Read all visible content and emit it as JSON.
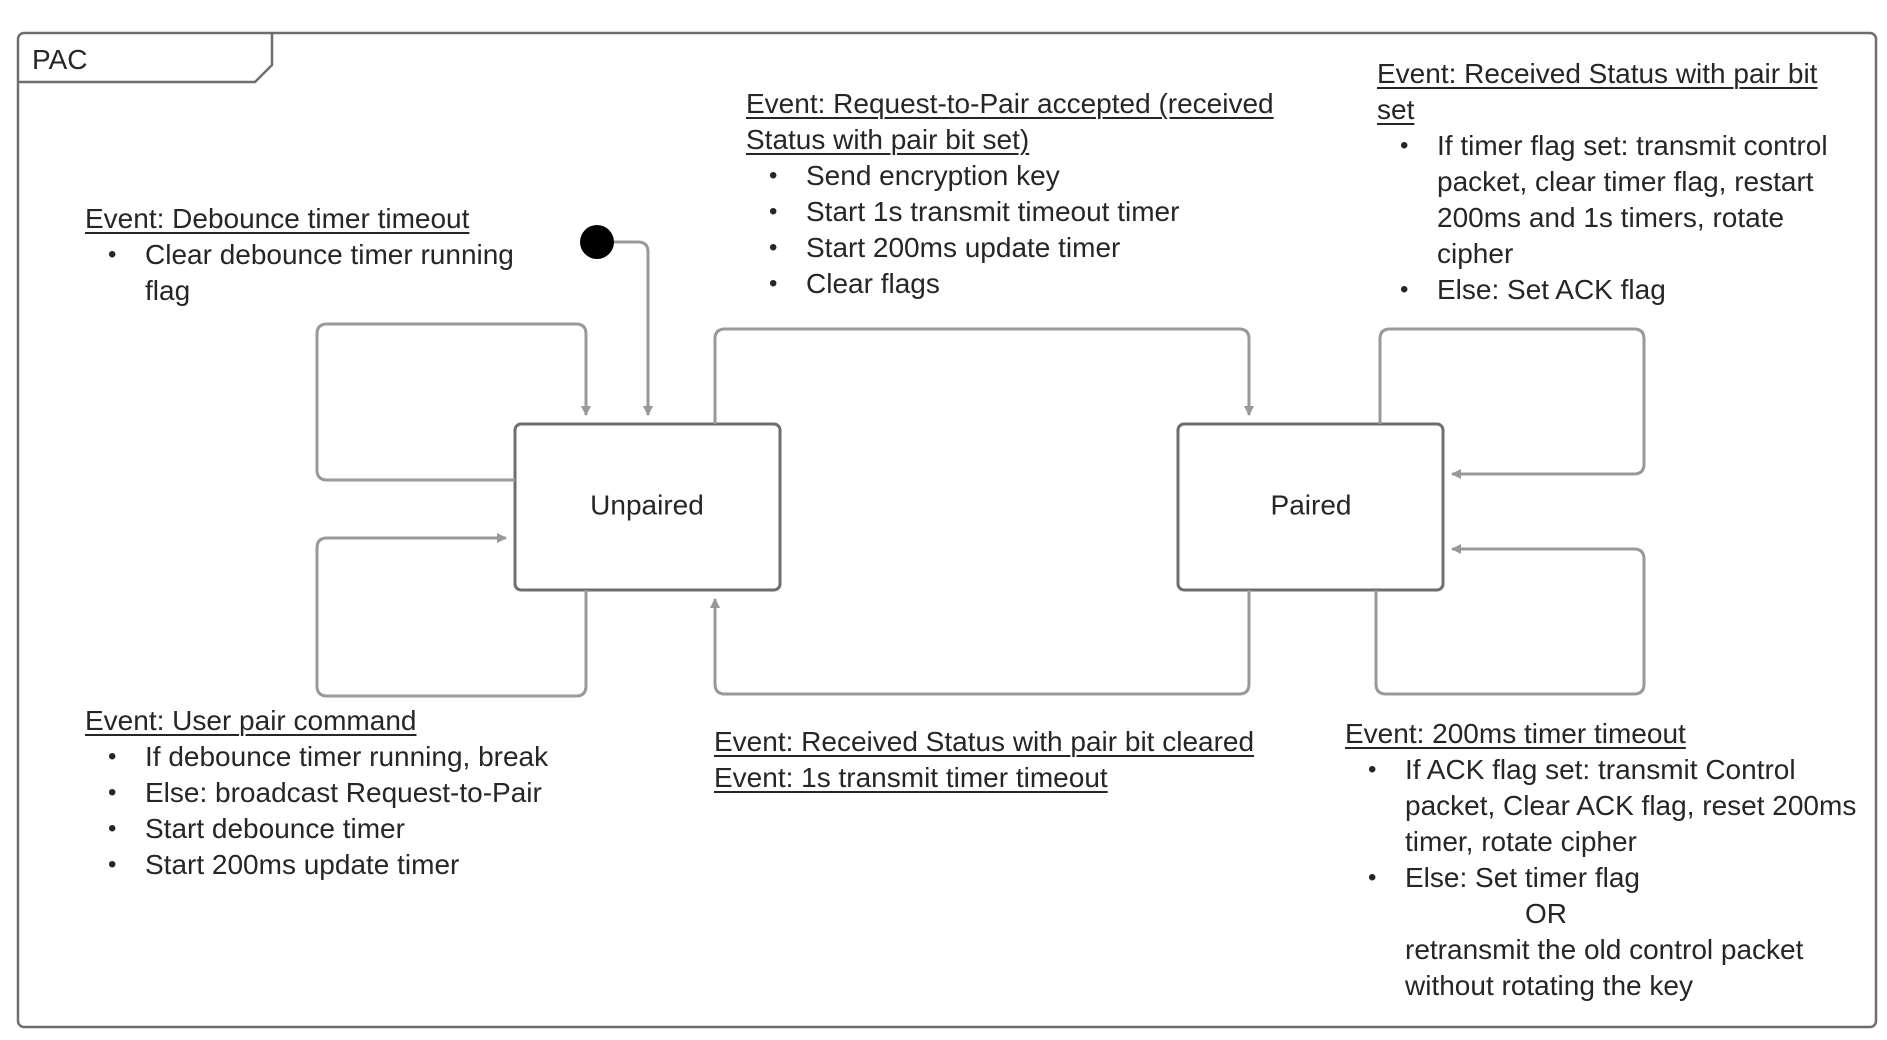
{
  "frame": {
    "label": "PAC"
  },
  "states": {
    "unpaired": "Unpaired",
    "paired": "Paired"
  },
  "notes": {
    "debounce": {
      "title": "Event: Debounce timer timeout",
      "items": [
        "Clear debounce timer running flag"
      ]
    },
    "pair_accepted": {
      "title": "Event: Request-to-Pair accepted (received Status with pair bit set)",
      "items": [
        "Send encryption key",
        "Start 1s transmit timeout timer",
        "Start 200ms update timer",
        "Clear flags"
      ]
    },
    "status_pair_set": {
      "title": "Event: Received Status with pair bit set",
      "items": [
        "If timer flag set: transmit control packet, clear timer flag, restart 200ms and 1s timers, rotate cipher",
        "Else: Set ACK flag"
      ]
    },
    "user_pair": {
      "title": "Event: User pair command",
      "items": [
        "If debounce timer running, break",
        "Else: broadcast Request-to-Pair",
        "Start debounce timer",
        "Start 200ms update timer"
      ]
    },
    "unpair": {
      "title1": "Event: Received Status with pair bit cleared",
      "title2": "Event: 1s transmit timer timeout"
    },
    "timer200": {
      "title": "Event: 200ms timer timeout",
      "items": [
        "If ACK flag set: transmit Control packet, Clear ACK flag, reset 200ms timer, rotate cipher",
        "Else: Set timer flag"
      ],
      "or": "OR",
      "retransmit": "retransmit the old control packet without rotating the key"
    }
  },
  "colors": {
    "border": "#6e6e6e",
    "arrow": "#999999",
    "initial": "#000000"
  }
}
